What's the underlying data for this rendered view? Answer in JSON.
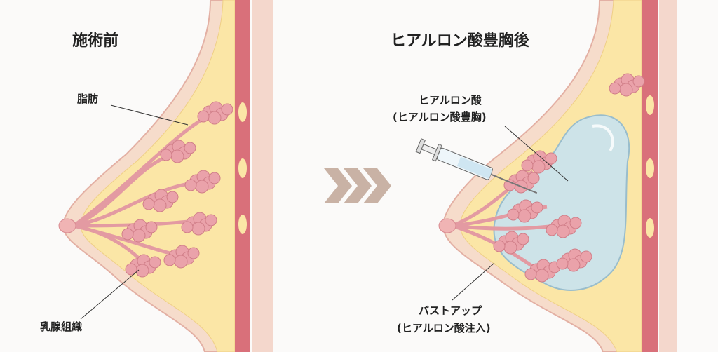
{
  "before": {
    "title": "施術前",
    "fat_label": "脂肪",
    "gland_label": "乳腺組織"
  },
  "after": {
    "title": "ヒアルロン酸豊胸後",
    "ha_label": "ヒアルロン酸",
    "ha_sub_label": "(ヒアルロン酸豊胸)",
    "bust_label": "バストアップ",
    "bust_sub_label": "(ヒアルロン酸注入)"
  },
  "colors": {
    "skin": "#f6dccb",
    "fat": "#fbe6a6",
    "gland": "#eaa2aa",
    "muscle": "#d9707a",
    "implant": "#c9e3f0",
    "arrow": "#c9b2a5"
  }
}
